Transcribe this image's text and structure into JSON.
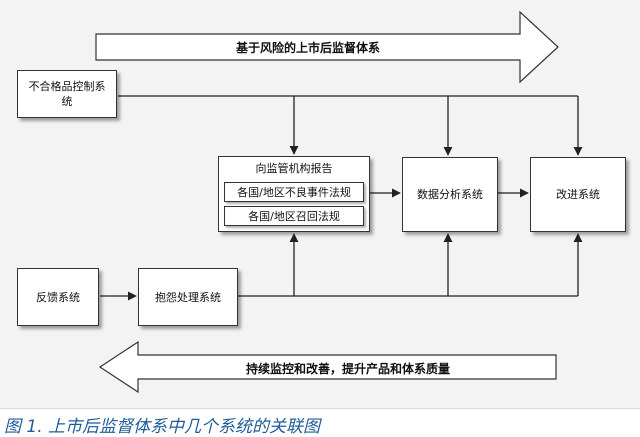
{
  "arrows": {
    "top_banner": "基于风险的上市后监督体系",
    "bottom_banner": "持续监控和改善，提升产品和体系质量"
  },
  "boxes": {
    "nonconforming": "不合格品控制系统",
    "report": "向监管机构报告",
    "report_sub1": "各国/地区不良事件法规",
    "report_sub2": "各国/地区召回法规",
    "data_analysis": "数据分析系统",
    "improvement": "改进系统",
    "feedback": "反馈系统",
    "complaint": "抱怨处理系统"
  },
  "caption": "图 1. 上市后监督体系中几个系统的关联图",
  "colors": {
    "panel": "#f3f3f3",
    "caption": "#1f5c99",
    "line": "#222222"
  }
}
